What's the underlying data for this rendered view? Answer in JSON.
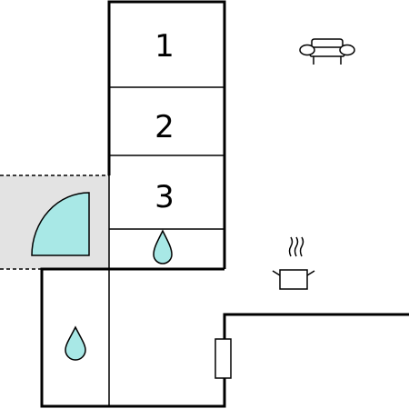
{
  "colors": {
    "wall": "#000000",
    "terrace_fill": "#e3e3e3",
    "water_fill": "#a8e8e6",
    "background": "#ffffff"
  },
  "rooms": [
    {
      "label": "1"
    },
    {
      "label": "2"
    },
    {
      "label": "3"
    }
  ],
  "icons": {
    "sofa": "sofa-icon",
    "stove": "cooking-pot-icon",
    "water_drop": "water-drop-icon",
    "radiator": "radiator-icon",
    "shower": "shower-quarter-circle-icon"
  }
}
